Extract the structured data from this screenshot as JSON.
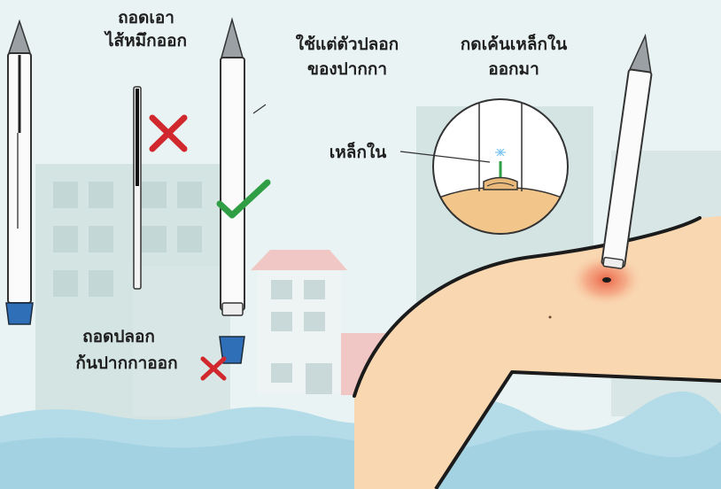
{
  "labels": {
    "remove_ink_line1": "ถอดเอา",
    "remove_ink_line2": "ไส้หมึกออก",
    "use_body_line1": "ใช้แต่ตัวปลอก",
    "use_body_line2": "ของปากกา",
    "remove_cap_line1": "ถอดปลอก",
    "remove_cap_line2": "ก้นปากกาออก",
    "press_line1": "กดเค้นเหล็กใน",
    "press_line2": "ออกมา",
    "stinger": "เหล็กใน"
  },
  "icons": [
    "pen-icon",
    "ink-refill-icon",
    "cross-mark-icon",
    "check-mark-icon",
    "pen-end-cap-icon",
    "stinger-magnifier-icon",
    "arm-icon",
    "sting-swelling-icon"
  ],
  "colors": {
    "background": "#e6f1f1",
    "cross": "#d1282e",
    "check": "#2f9e44",
    "cap_blue": "#2f6fb8",
    "skin": "#f9d7b1",
    "swelling": "#e8563a",
    "water": "#b4dbe8",
    "building": "#d2e2e1",
    "roof": "#f0c7c4"
  }
}
